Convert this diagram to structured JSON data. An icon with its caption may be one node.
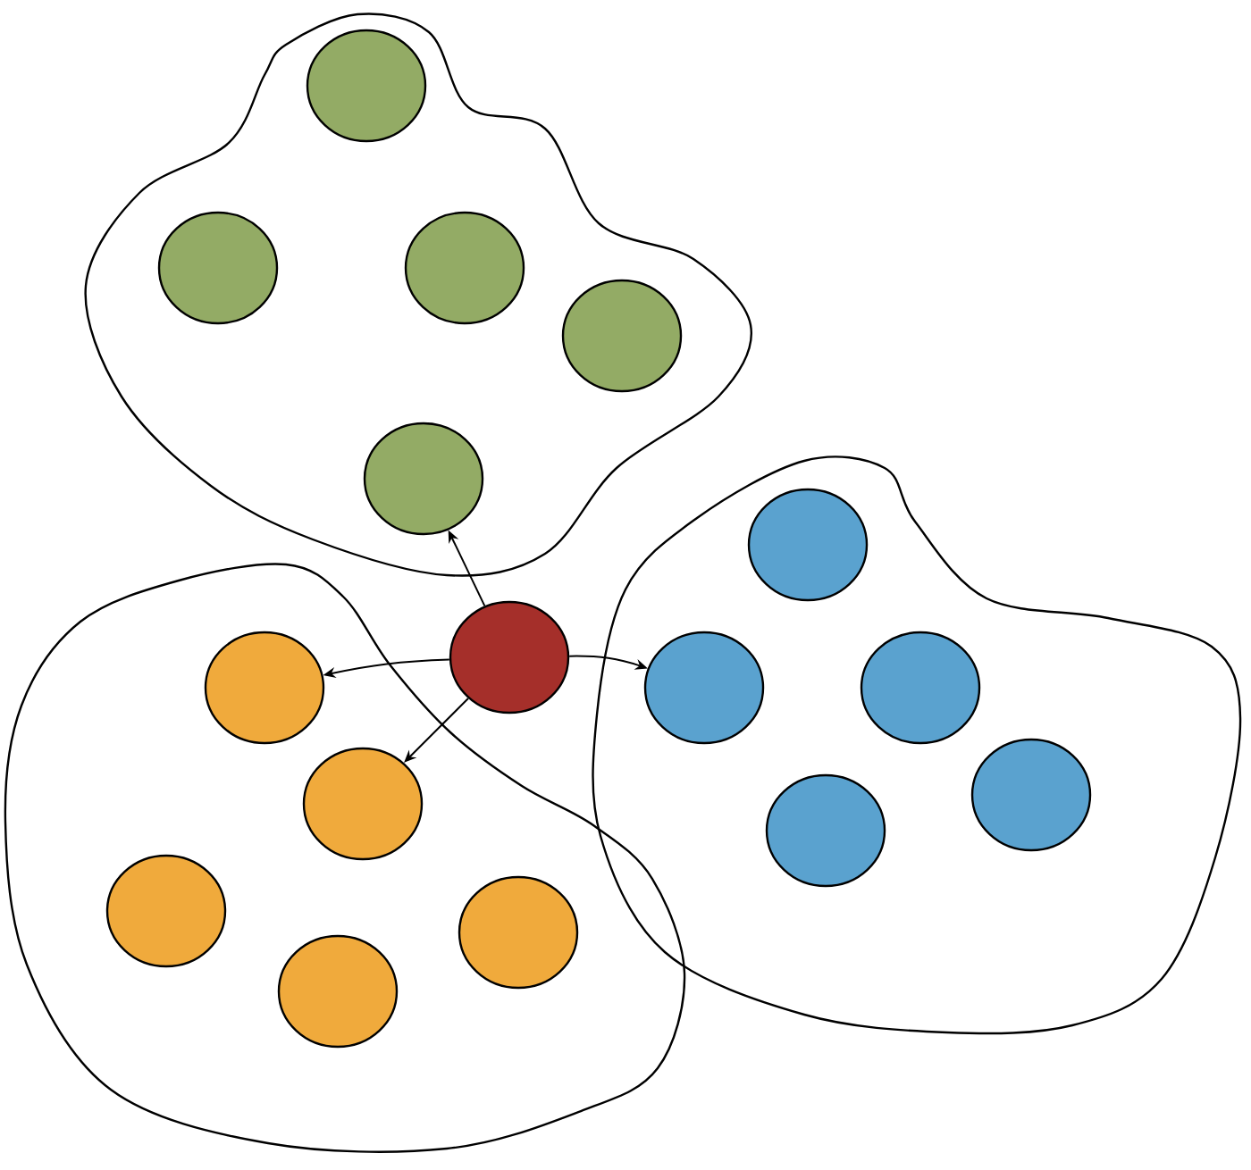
{
  "diagram": {
    "nodes": [
      {
        "text": [],
        "shape": "cloud"
      },
      {
        "text": [],
        "shape": "circle",
        "in": 0
      },
      {
        "text": [],
        "shape": "circle",
        "in": 0
      },
      {
        "text": [],
        "shape": "circle",
        "in": 0
      },
      {
        "text": [],
        "shape": "circle",
        "in": 0
      },
      {
        "text": [],
        "shape": "circle",
        "in": 0
      },
      {
        "text": [],
        "shape": "cloud"
      },
      {
        "text": [],
        "shape": "circle",
        "in": 6
      },
      {
        "text": [],
        "shape": "circle",
        "in": 6
      },
      {
        "text": [],
        "shape": "circle",
        "in": 6
      },
      {
        "text": [],
        "shape": "circle",
        "in": 6
      },
      {
        "text": [],
        "shape": "circle",
        "in": 6
      },
      {
        "text": [],
        "shape": "cloud"
      },
      {
        "text": [],
        "shape": "circle",
        "in": 12
      },
      {
        "text": [],
        "shape": "circle",
        "in": 12
      },
      {
        "text": [],
        "shape": "circle",
        "in": 12
      },
      {
        "text": [],
        "shape": "circle",
        "in": 12
      },
      {
        "text": [],
        "shape": "circle",
        "in": 12
      },
      {
        "text": [],
        "shape": "circle"
      }
    ],
    "edges": [
      {
        "from": 18,
        "to": 5,
        "arrow": "to"
      },
      {
        "from": 18,
        "to": 7,
        "arrow": "to"
      },
      {
        "from": 18,
        "to": 8,
        "arrow": "to"
      },
      {
        "from": 18,
        "to": 14,
        "arrow": "to"
      }
    ]
  }
}
